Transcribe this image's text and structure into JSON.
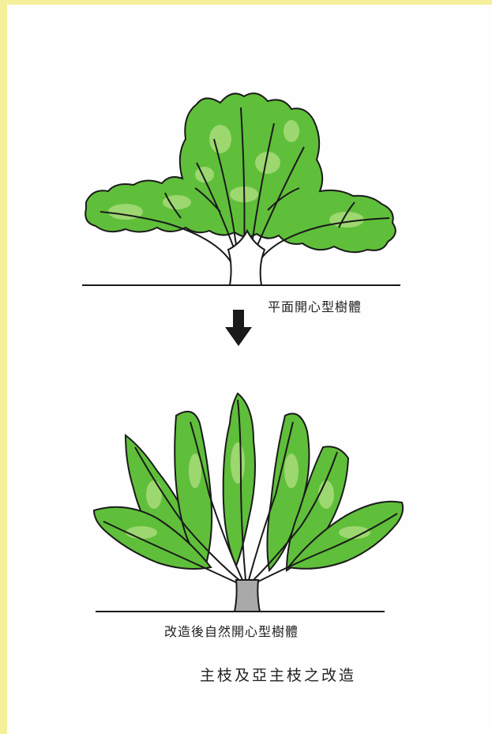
{
  "figure": {
    "caption_before": "平面開心型樹體",
    "caption_after": "改造後自然開心型樹體",
    "title": "主枝及亞主枝之改造"
  },
  "colors": {
    "border": "#f5f09a",
    "foliage": "#5fbf3a",
    "foliage_light": "#a8dc7a",
    "outline": "#1a1a1a",
    "arrow": "#1a1a1a"
  },
  "icons": {
    "transition": "down-arrow-icon"
  }
}
